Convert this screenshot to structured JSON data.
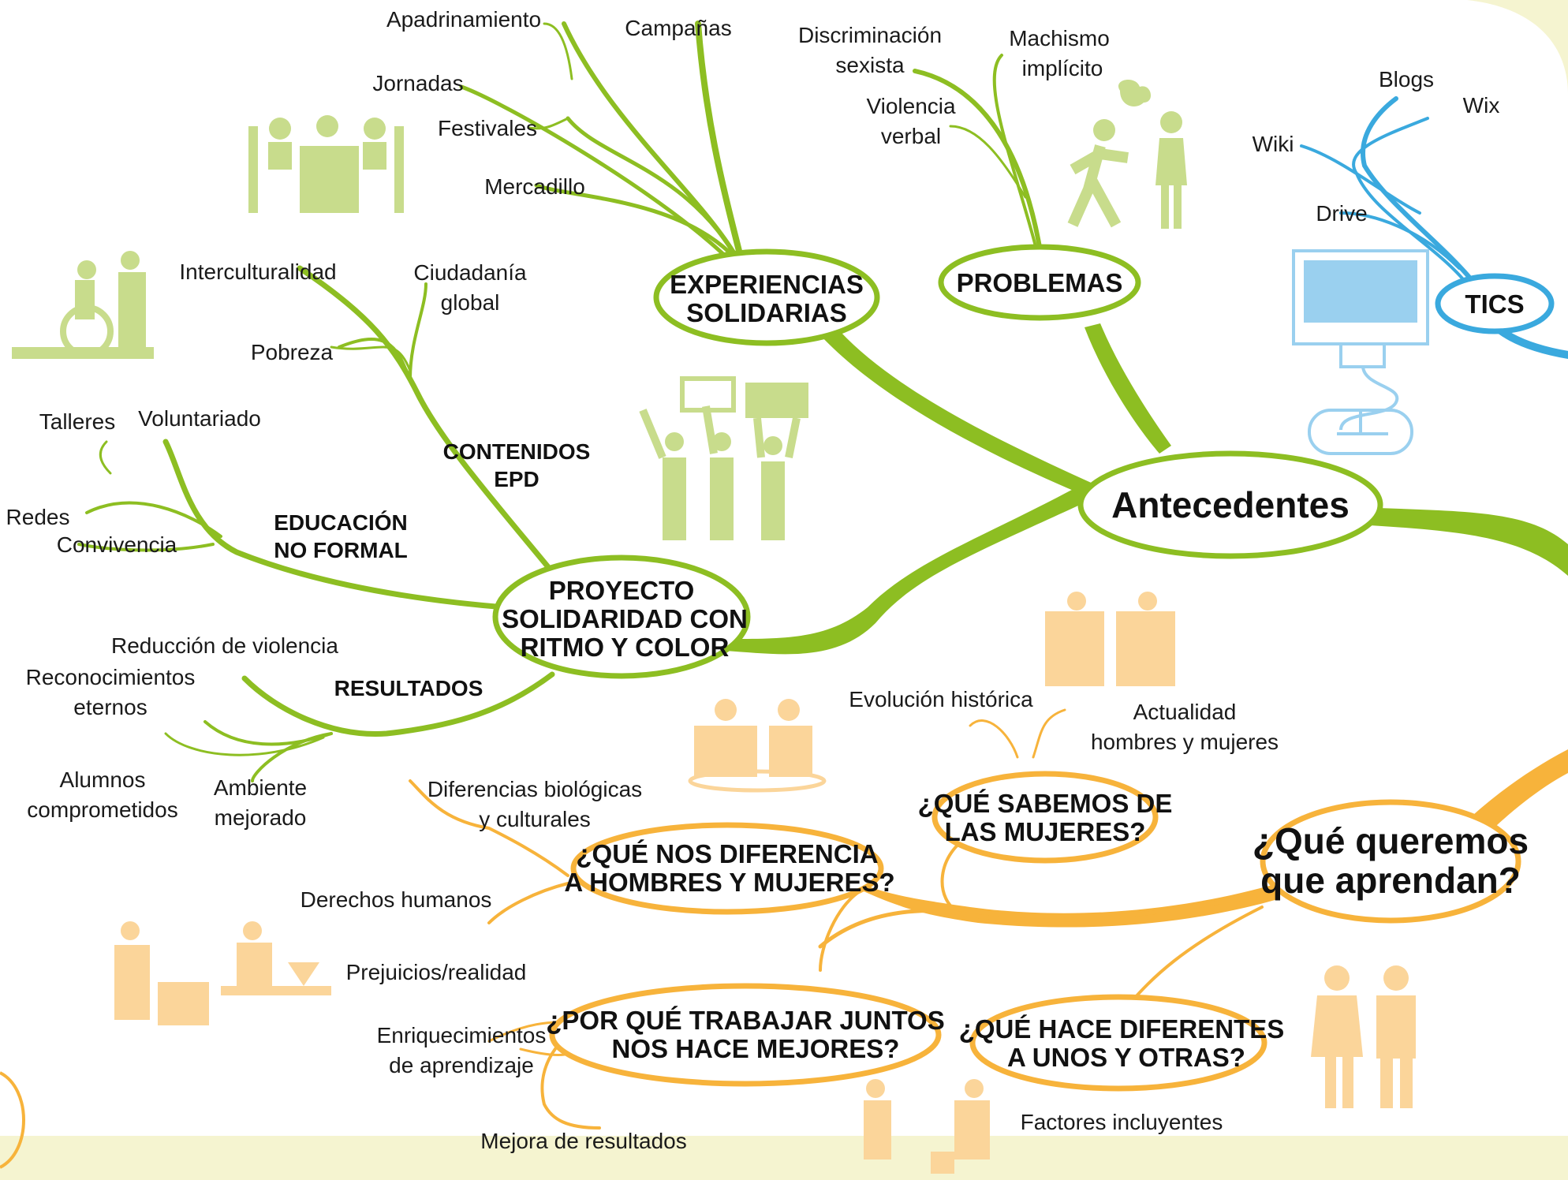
{
  "colors": {
    "green": "#8dbe22",
    "green_light": "#c8dc8c",
    "blue": "#3aa9de",
    "orange": "#f7b33b",
    "orange_light": "#fbd59a",
    "background": "#f5f4d0"
  },
  "hubs": {
    "antecedentes": "Antecedentes",
    "aprendan": [
      "¿Qué queremos",
      "que aprendan?"
    ]
  },
  "nodes": {
    "experiencias": [
      "EXPERIENCIAS",
      "SOLIDARIAS"
    ],
    "problemas": [
      "PROBLEMAS"
    ],
    "tics": [
      "TICS"
    ],
    "proyecto": [
      "PROYECTO",
      "SOLIDARIDAD CON",
      "RITMO Y COLOR"
    ],
    "sabemos": [
      "¿QUÉ SABEMOS DE",
      "LAS MUJERES?"
    ],
    "diferencia": [
      "¿QUÉ NOS DIFERENCIA",
      "A HOMBRES Y MUJERES?"
    ],
    "juntos": [
      "¿POR QUÉ TRABAJAR JUNTOS",
      "NOS HACE MEJORES?"
    ],
    "diferentes": [
      "¿QUÉ HACE DIFERENTES",
      "A UNOS Y OTRAS?"
    ]
  },
  "sub": {
    "contenidos": [
      "CONTENIDOS",
      "EPD"
    ],
    "educacion": [
      "EDUCACIÓN",
      "NO FORMAL"
    ],
    "resultados": [
      "RESULTADOS"
    ]
  },
  "leaves": {
    "apadrinamiento": [
      "Apadrinamiento"
    ],
    "campanas": [
      "Campañas"
    ],
    "jornadas": [
      "Jornadas"
    ],
    "festivales": [
      "Festivales"
    ],
    "mercadillo": [
      "Mercadillo"
    ],
    "discriminacion": [
      "Discriminación",
      "sexista"
    ],
    "machismo": [
      "Machismo",
      "implícito"
    ],
    "violencia": [
      "Violencia",
      "verbal"
    ],
    "blogs": [
      "Blogs"
    ],
    "wix": [
      "Wix"
    ],
    "wiki": [
      "Wiki"
    ],
    "drive": [
      "Drive"
    ],
    "interculturalidad": [
      "Interculturalidad"
    ],
    "ciudadania": [
      "Ciudadanía",
      "global"
    ],
    "pobreza": [
      "Pobreza"
    ],
    "talleres": [
      "Talleres"
    ],
    "voluntariado": [
      "Voluntariado"
    ],
    "redes": [
      "Redes"
    ],
    "convivencia": [
      "Convivencia"
    ],
    "reduccion": [
      "Reducción de violencia"
    ],
    "reconocimientos": [
      "Reconocimientos",
      "eternos"
    ],
    "alumnos": [
      "Alumnos",
      "comprometidos"
    ],
    "ambiente": [
      "Ambiente",
      "mejorado"
    ],
    "evolucion": [
      "Evolución histórica"
    ],
    "actualidad": [
      "Actualidad",
      "hombres y mujeres"
    ],
    "biologicas": [
      "Diferencias biológicas",
      "y culturales"
    ],
    "derechos": [
      "Derechos humanos"
    ],
    "prejuicios": [
      "Prejuicios/realidad"
    ],
    "enriquecimientos": [
      "Enriquecimientos",
      "de aprendizaje"
    ],
    "mejora": [
      "Mejora de resultados"
    ],
    "factores": [
      "Factores incluyentes"
    ]
  }
}
